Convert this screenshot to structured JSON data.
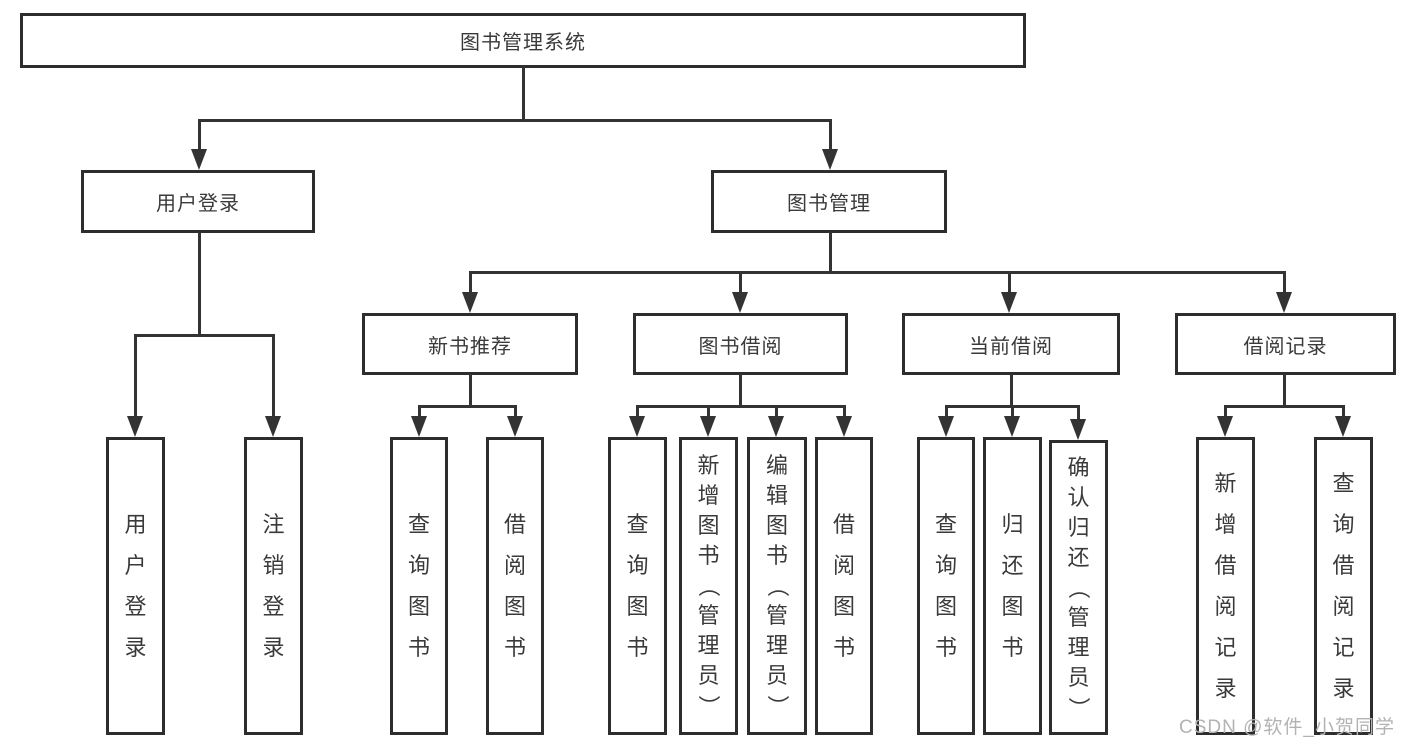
{
  "diagram": {
    "root": {
      "label": "图书管理系统"
    },
    "level2": [
      {
        "label": "用户登录"
      },
      {
        "label": "图书管理"
      }
    ],
    "level3": [
      {
        "label": "新书推荐"
      },
      {
        "label": "图书借阅"
      },
      {
        "label": "当前借阅"
      },
      {
        "label": "借阅记录"
      }
    ],
    "leaves": {
      "user_login": [
        "用户登录",
        "注销登录"
      ],
      "new_book_recommend": [
        "查询图书",
        "借阅图书"
      ],
      "book_borrow": [
        "查询图书",
        "新增图书（管理员）",
        "编辑图书（管理员）",
        "借阅图书"
      ],
      "current_borrow": [
        "查询图书",
        "归还图书",
        "确认归还（管理员）"
      ],
      "borrow_records": [
        "新增借阅记录",
        "查询借阅记录"
      ]
    }
  },
  "watermark": {
    "text": "CSDN @软件_小贺同学"
  },
  "colors": {
    "line": "#333333",
    "border": "#2d2d2d",
    "text": "#3a3a3a",
    "watermark": "#b3b3b3",
    "background": "#ffffff"
  }
}
